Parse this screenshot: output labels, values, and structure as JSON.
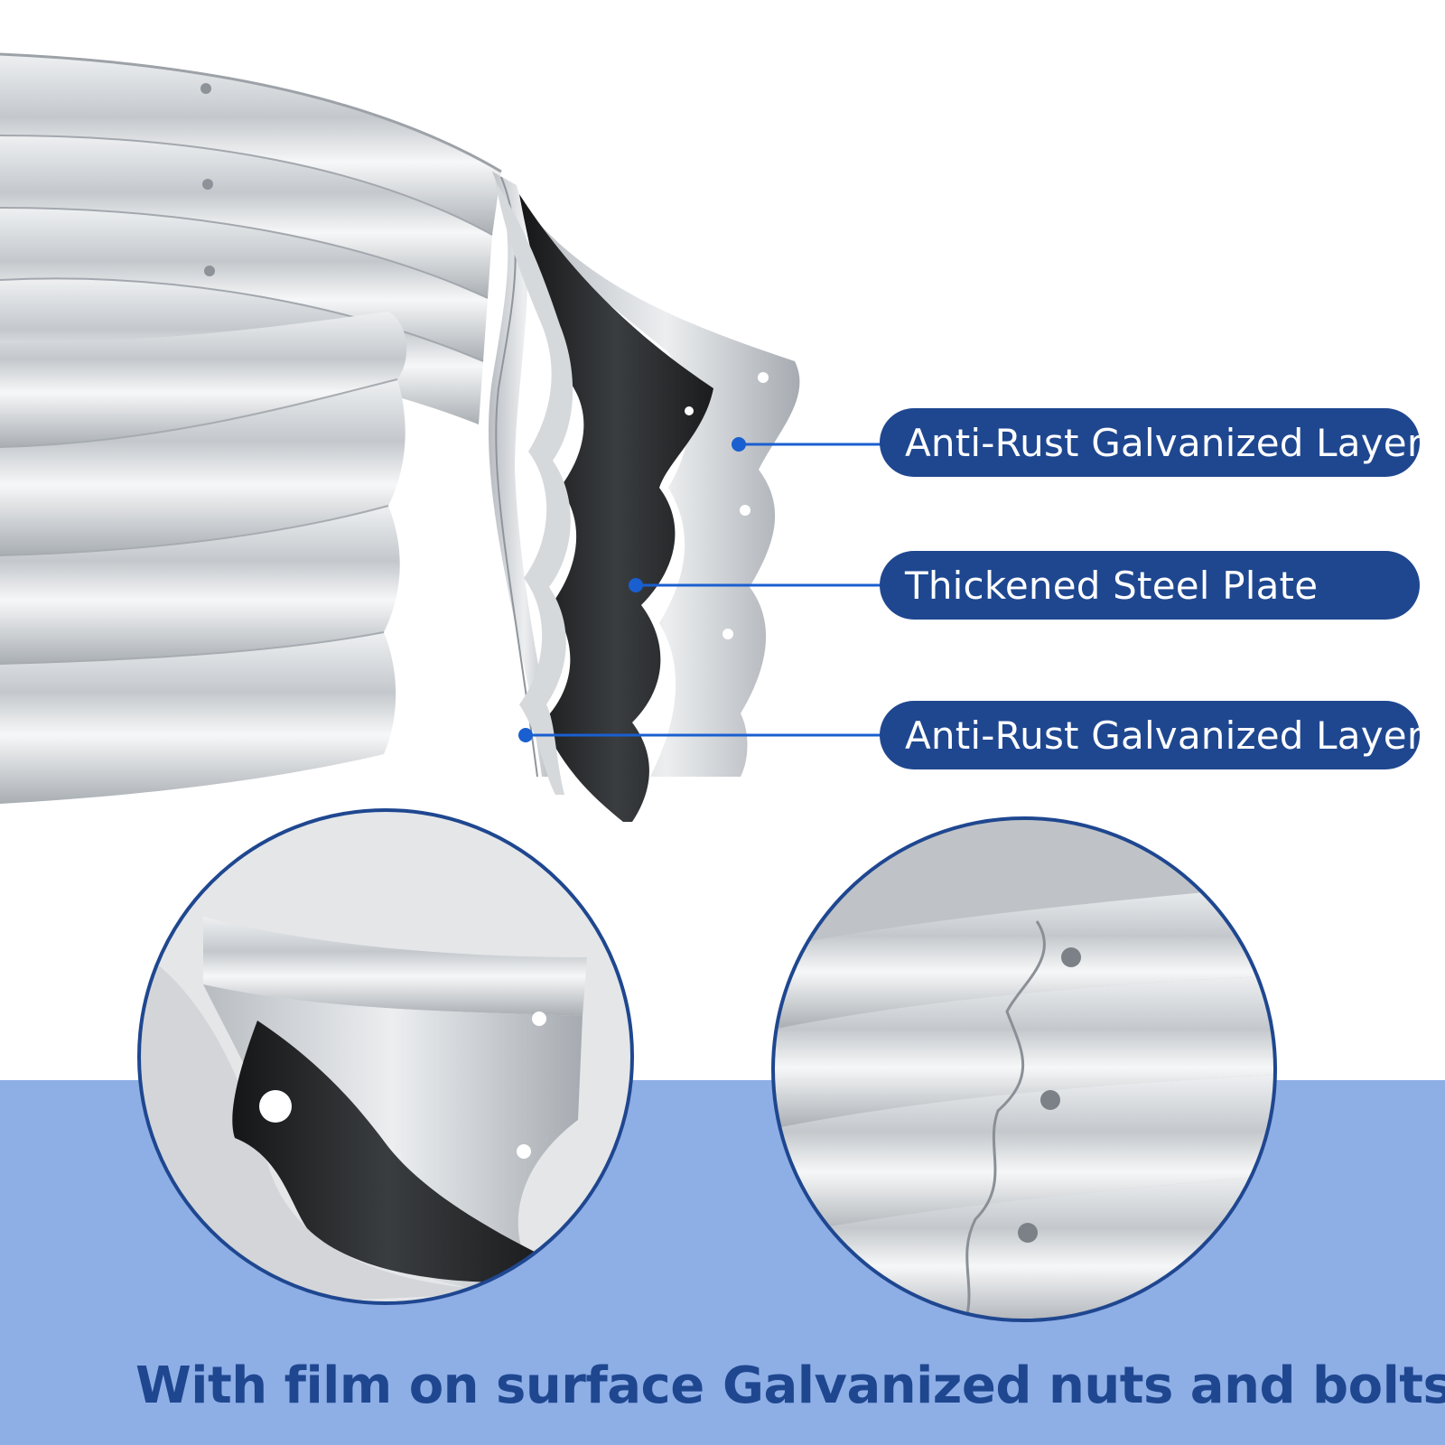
{
  "callouts": {
    "top_label": "Anti-Rust Galvanized Layer",
    "middle_label": "Thickened Steel Plate",
    "bottom_label": "Anti-Rust Galvanized Layer"
  },
  "captions": {
    "left": "With film on surface",
    "right": "Galvanized nuts and bolts"
  },
  "colors": {
    "accent_blue": "#1f4790",
    "band_blue": "#8eaee6",
    "dot_blue": "#1a5fd0",
    "steel": "#c8cbcf",
    "steel_plate": "#222425"
  },
  "icons": {
    "bolt": "bolt-icon",
    "callout_dot": "callout-dot-icon"
  }
}
